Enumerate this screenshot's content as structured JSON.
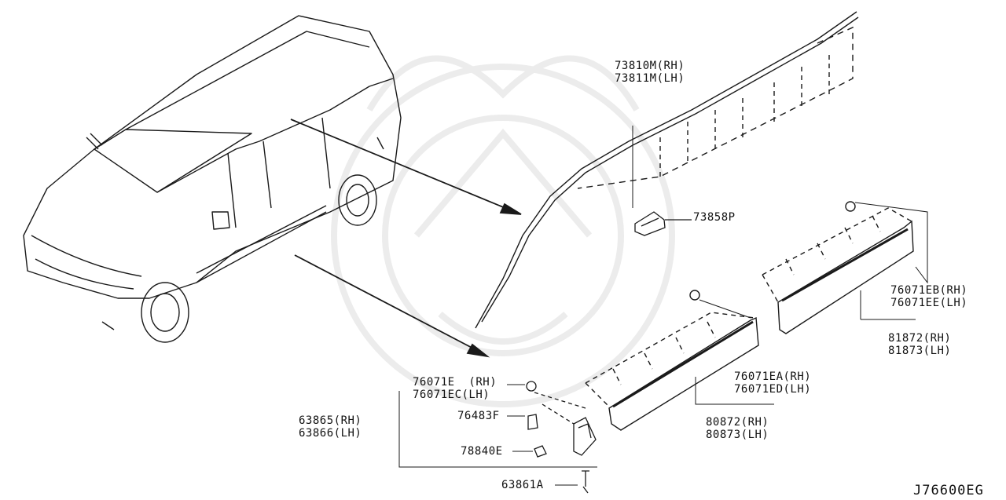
{
  "diagram_id": "J76600EG",
  "parts": {
    "drip_molding": {
      "rh": "73810M(RH)",
      "lh": "73811M(LH)"
    },
    "clip_73858P": "73858P",
    "rear_molding_clip": {
      "rh": "76071EB(RH)",
      "lh": "76071EE(LH)"
    },
    "rear_door_molding": {
      "rh": "81872(RH)",
      "lh": "81873(LH)"
    },
    "front_molding_clip": {
      "rh": "76071EA(RH)",
      "lh": "76071ED(LH)"
    },
    "front_door_molding": {
      "rh": "80872(RH)",
      "lh": "80873(LH)"
    },
    "fender_clip": {
      "rh": "76071E  (RH)",
      "lh": "76071EC(LH)"
    },
    "fender_molding": {
      "rh": "63865(RH)",
      "lh": "63866(LH)"
    },
    "grommet_76483F": "76483F",
    "screw_78840E": "78840E",
    "screw_63861A": "63861A"
  },
  "colors": {
    "line": "#1a1a1a",
    "watermark": "#ececec",
    "background": "#ffffff"
  }
}
